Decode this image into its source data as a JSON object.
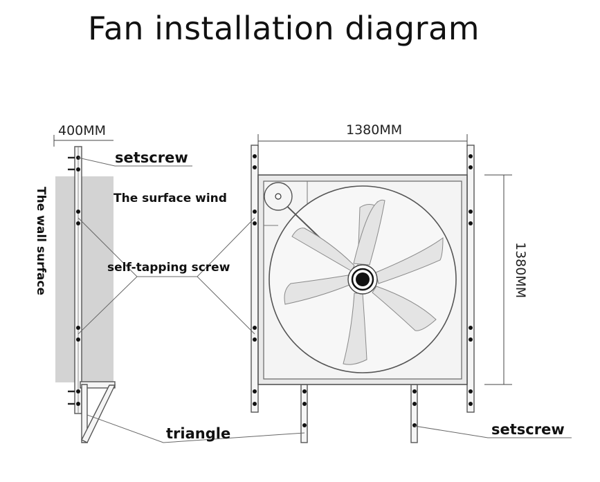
{
  "title": "Fan installation diagram",
  "dimensions": {
    "wall_offset": "400MM",
    "width": "1380MM",
    "height": "1380MM"
  },
  "labels": {
    "setscrew_top": "setscrew",
    "surface_wind": "The surface wind",
    "self_tapping_screw": "self-tapping screw",
    "wall_surface": "The wall surface",
    "triangle": "triangle",
    "setscrew_bottom": "setscrew"
  },
  "colors": {
    "line": "#555555",
    "wall": "#d0d0d0",
    "frame_fill": "#f1f1f1",
    "blade": "#e6e6e6",
    "dot": "#111111"
  }
}
